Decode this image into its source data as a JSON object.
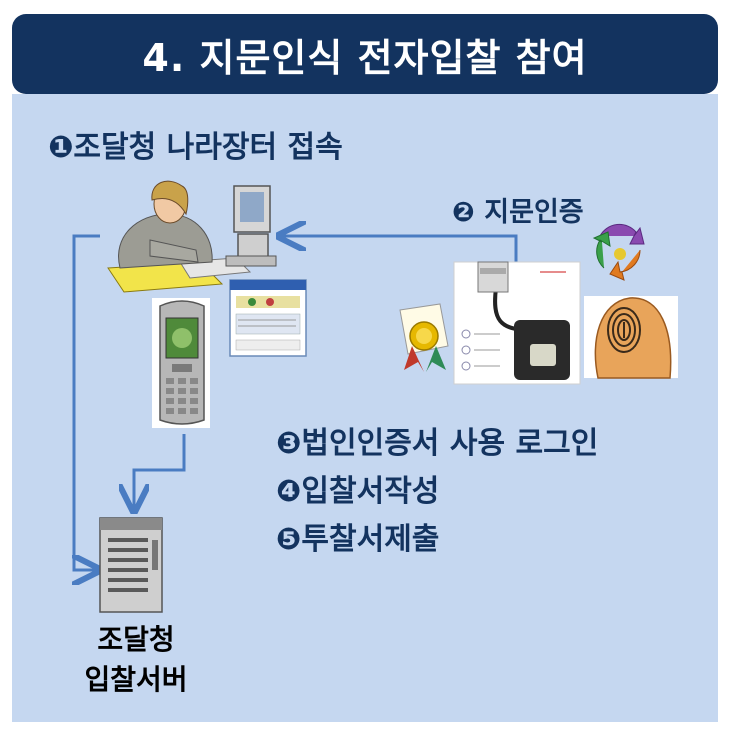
{
  "title": "4. 지문인식 전자입찰 참여",
  "steps": {
    "s1": "❶조달청 나라장터 접속",
    "s2": "❷ 지문인증",
    "s3": "❸법인인증서 사용 로그인",
    "s4": "❹입찰서작성",
    "s5": "❺투찰서제출"
  },
  "server_label": {
    "line1": "조달청",
    "line2": "입찰서버"
  },
  "icons": [
    "woman-at-computer-icon",
    "mobile-phone-icon",
    "software-window-icon",
    "fingerprint-scanner-icon",
    "fingerprint-icon",
    "certificate-award-icon",
    "recycle-icon",
    "server-tower-icon"
  ],
  "colors": {
    "title_bg": "#13335f",
    "panel_bg": "#c5d7f0",
    "text_navy": "#13335f",
    "arrow": "#4a7cc2"
  }
}
